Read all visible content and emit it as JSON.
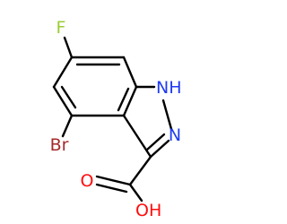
{
  "molecule": {
    "atoms": [
      {
        "id": "f",
        "symbol": "F",
        "color": "#9ACD32"
      },
      {
        "id": "nh",
        "symbol": "NH",
        "color": "#1E3CF0"
      },
      {
        "id": "n2",
        "symbol": "N",
        "color": "#1E3CF0"
      },
      {
        "id": "br",
        "symbol": "Br",
        "color": "#A52A2A"
      },
      {
        "id": "o1",
        "symbol": "O",
        "color": "#FF0D0D"
      },
      {
        "id": "oh",
        "symbol": "OH",
        "color": "#FF0D0D"
      }
    ]
  }
}
